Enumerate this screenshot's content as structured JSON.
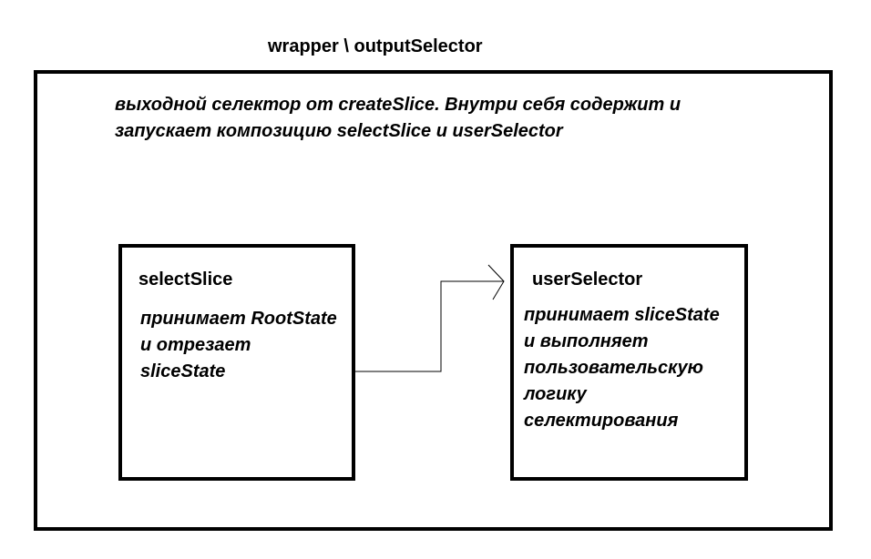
{
  "diagram": {
    "title": "wrapper \\ outputSelector",
    "wrapper": {
      "description_lines": [
        "выходной селектор от createSlice. Внутри себя содержит и",
        "запускает композицию selectSlice и userSelector"
      ]
    },
    "nodes": [
      {
        "title": "selectSlice",
        "lines": [
          "принимает RootState",
          "и отрезает",
          "sliceState"
        ]
      },
      {
        "title": "userSelector",
        "lines": [
          "принимает sliceState",
          "и выполняет",
          "пользовательскую",
          "логику",
          "селектирования"
        ]
      }
    ],
    "colors": {
      "stroke": "#000000",
      "background": "#ffffff"
    }
  }
}
